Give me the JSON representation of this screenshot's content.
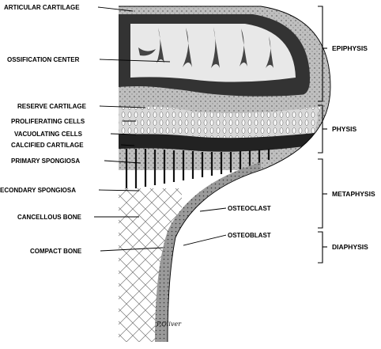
{
  "left_labels": [
    "ARTICULAR CARTILAGE",
    "OSSIFICATION CENTER",
    "RESERVE CARTILAGE",
    "PROLIFERATING CELLS",
    "VACUOLATING CELLS",
    "CALCIFIED CARTILAGE",
    "PRIMARY SPONGIOSA",
    "ECONDARY SPONGIOSA",
    "CANCELLOUS BONE",
    "COMPACT BONE"
  ],
  "inner_labels": [
    "OSTEOCLAST",
    "OSTEOBLAST"
  ],
  "zones": [
    "EPIPHYSIS",
    "PHYSIS",
    "METAPHYSIS",
    "DIAPHYSIS"
  ],
  "artist_signature": "P.Oliver"
}
